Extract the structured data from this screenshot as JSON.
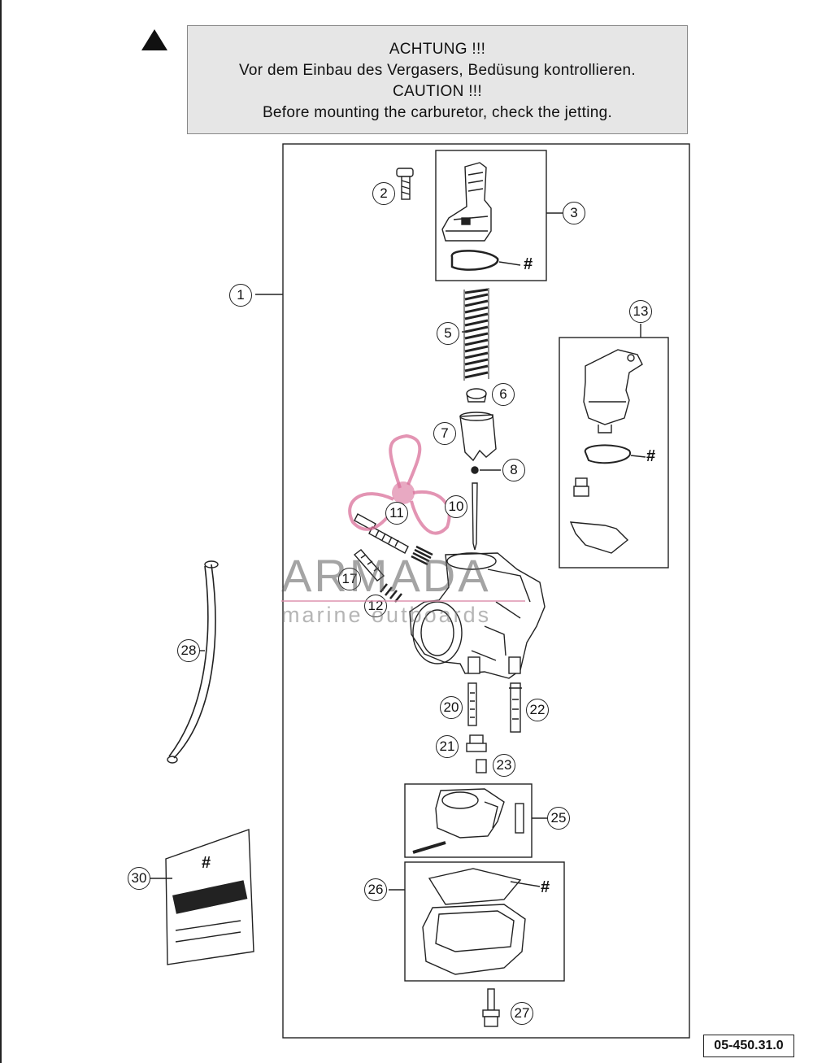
{
  "notice": {
    "line1": "ACHTUNG !!!",
    "line2": "Vor dem Einbau des Vergasers, Bedüsung kontrollieren.",
    "line3": "CAUTION !!!",
    "line4": "Before mounting the carburetor, check the jetting."
  },
  "callouts": {
    "c1": "1",
    "c2": "2",
    "c3": "3",
    "c5": "5",
    "c6": "6",
    "c7": "7",
    "c8": "8",
    "c10": "10",
    "c11": "11",
    "c12": "12",
    "c13": "13",
    "c17": "17",
    "c20": "20",
    "c21": "21",
    "c22": "22",
    "c23": "23",
    "c25": "25",
    "c26": "26",
    "c27": "27",
    "c28": "28",
    "c30": "30"
  },
  "hash_mark": "#",
  "watermark": {
    "brand": "ARMADA",
    "tagline": "marine outboards"
  },
  "doc_number": "05-450.31.0",
  "colors": {
    "notice_bg": "#e6e6e6",
    "watermark_pink": "#d9709a"
  }
}
